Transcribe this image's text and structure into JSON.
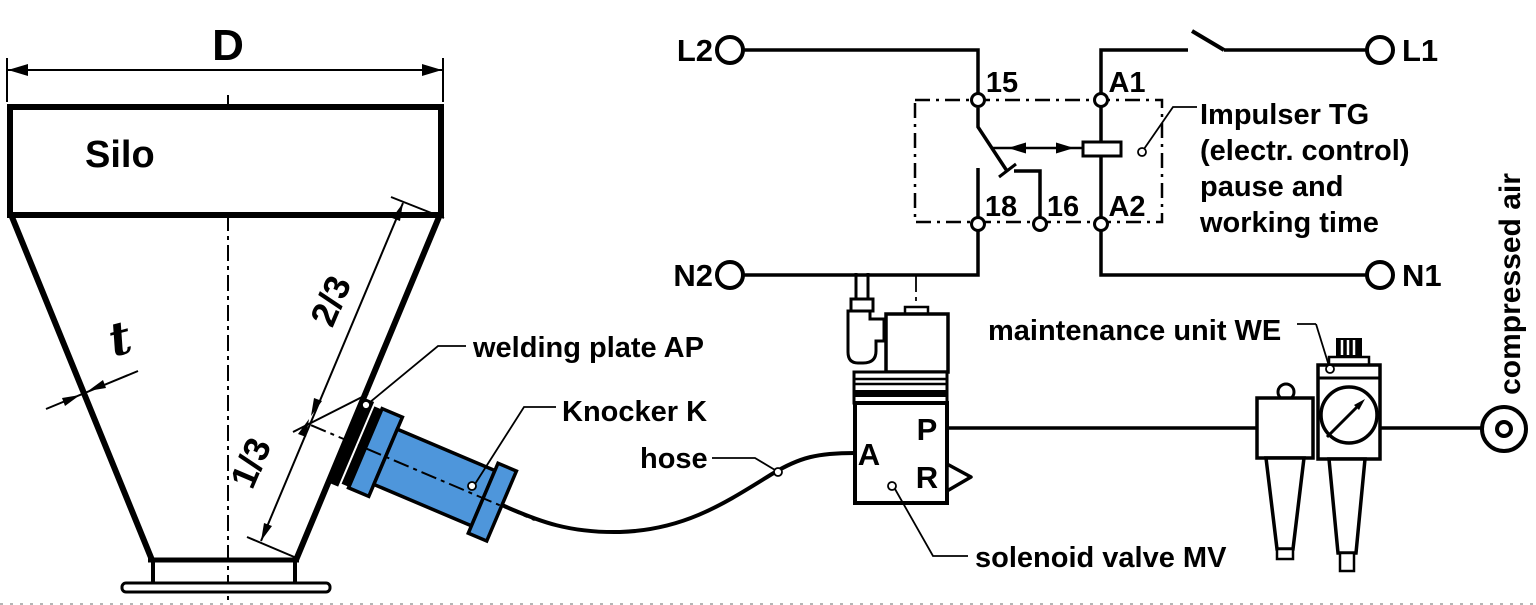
{
  "silo": {
    "label": "Silo",
    "diameter_label": "D",
    "wall_thickness_label": "t",
    "upper_fraction_label": "2/3",
    "lower_fraction_label": "1/3"
  },
  "components": {
    "welding_plate_label": "welding plate AP",
    "knocker_label": "Knocker K",
    "hose_label": "hose",
    "solenoid_valve_label": "solenoid valve MV",
    "maintenance_unit_label": "maintenance unit WE",
    "compressed_air_label": "compressed air"
  },
  "impulser": {
    "lines": [
      "Impulser TG",
      "(electr. control)",
      "pause and",
      "working time"
    ]
  },
  "terminals": {
    "l2": "L2",
    "l1": "L1",
    "n2": "N2",
    "n1": "N1",
    "t15": "15",
    "t18": "18",
    "t16": "16",
    "a1": "A1",
    "a2": "A2"
  },
  "valve_ports": {
    "a": "A",
    "p": "P",
    "r": "R"
  },
  "colors": {
    "knocker_blue": "#4E96DB",
    "line_black": "#000000"
  }
}
